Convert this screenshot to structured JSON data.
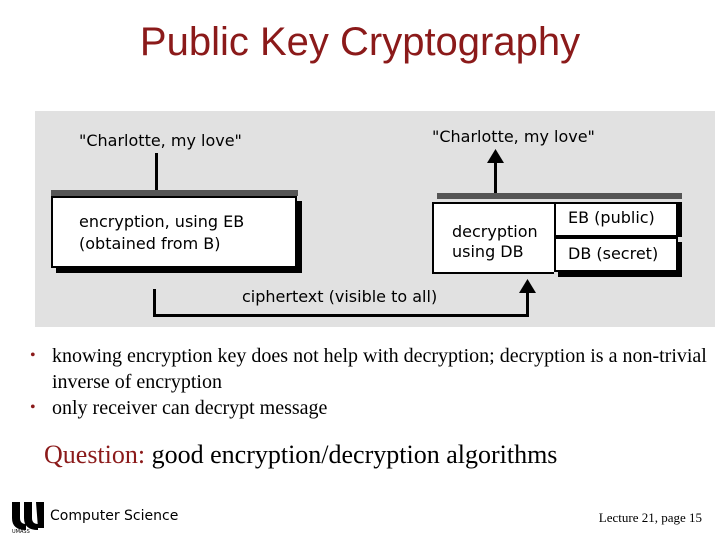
{
  "slide": {
    "title": "Public Key Cryptography",
    "diagram": {
      "plaintext_left": "\"Charlotte, my love\"",
      "plaintext_right": "\"Charlotte, my love\"",
      "encrypt_line1": "encryption, using EB",
      "encrypt_line2": "(obtained from B)",
      "decrypt_line1": "decryption",
      "decrypt_line2": "using DB",
      "public_key": "EB (public)",
      "secret_key": "DB (secret)",
      "ciphertext": "ciphertext (visible to all)"
    },
    "bullets": [
      "knowing encryption key does not help with decryption; decryption is a non-trivial inverse of encryption",
      "only receiver can decrypt message"
    ],
    "question_label": "Question:",
    "question_text": " good encryption/decryption algorithms",
    "footer": {
      "department": "Computer Science",
      "page": "Lecture 21, page 15",
      "logo_text": "UMASS"
    },
    "colors": {
      "title": "#8b1a1a",
      "diagram_bg": "#e1e1e1"
    }
  }
}
